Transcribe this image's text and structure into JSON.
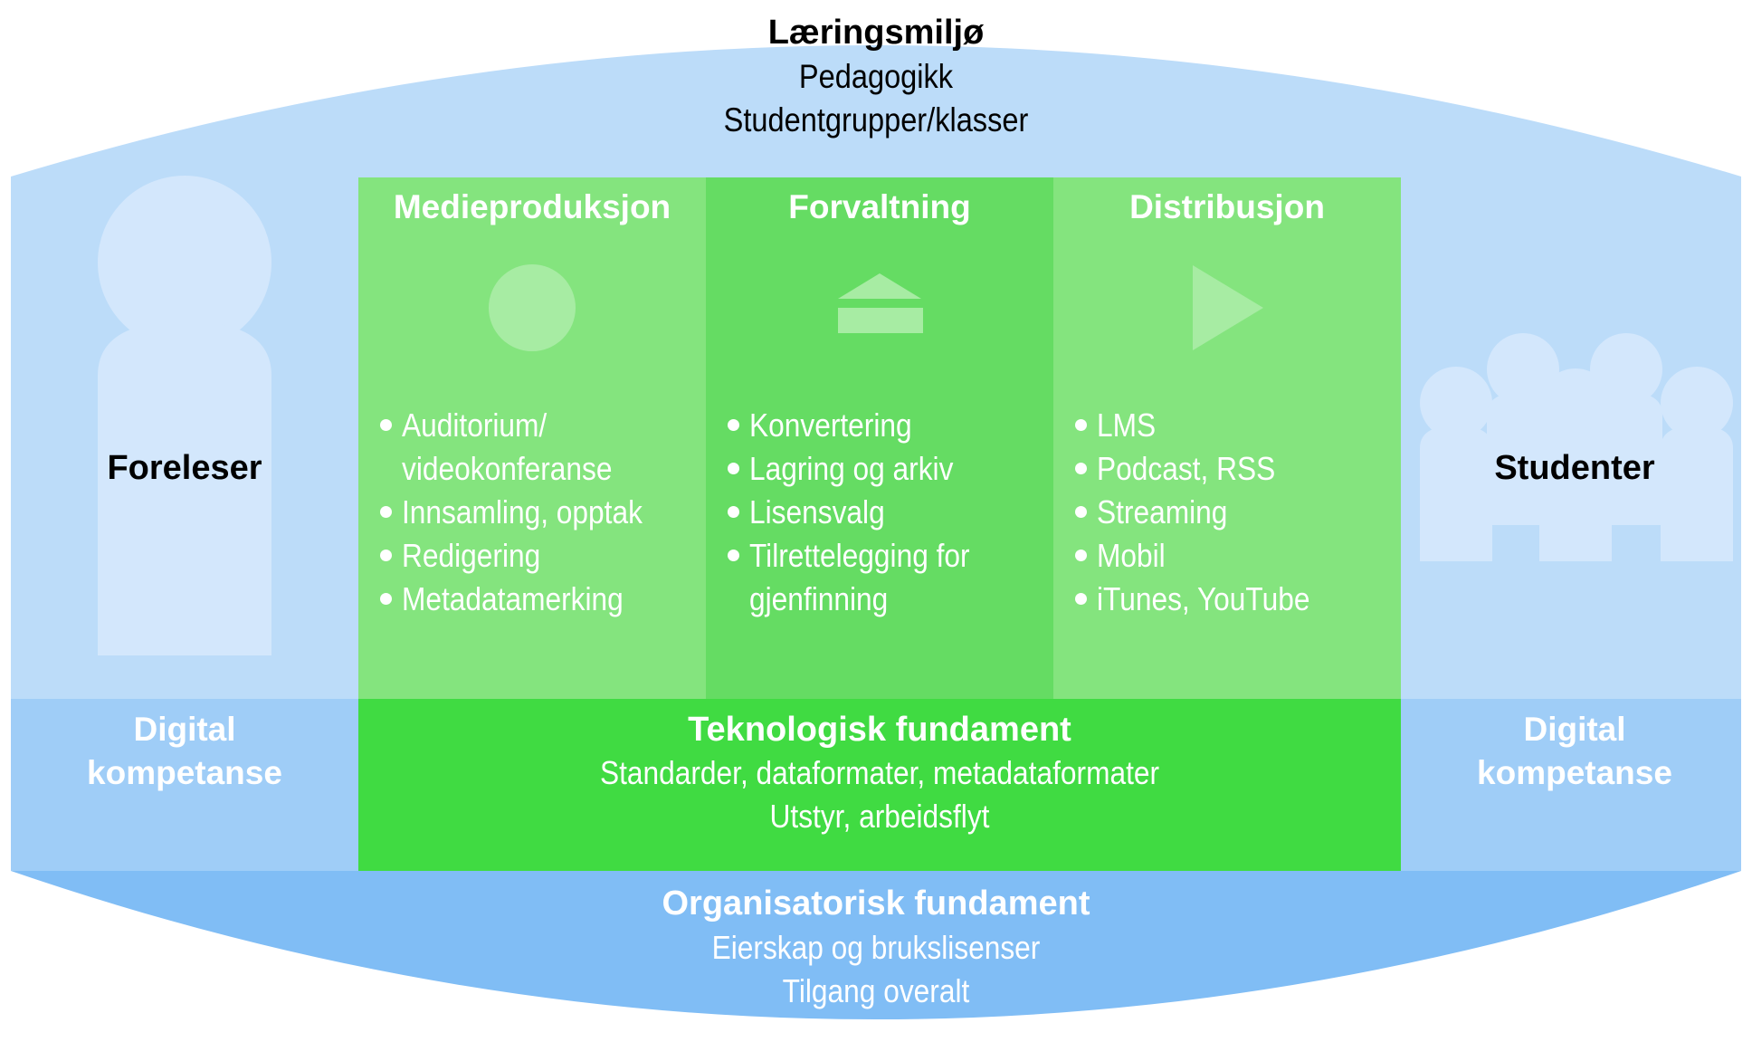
{
  "environment": {
    "title": "Læringsmiljø",
    "lines": [
      "Pedagogikk",
      "Studentgrupper/klasser"
    ]
  },
  "left_actor": {
    "label": "Foreleser",
    "competence": "Digital\nkompetanse"
  },
  "right_actor": {
    "label": "Studenter",
    "competence": "Digital\nkompetanse"
  },
  "columns": [
    {
      "title": "Medieproduksjon",
      "icon": "circle-icon",
      "items": [
        "Auditorium/\nvideokonferanse",
        "Innsamling, opptak",
        "Redigering",
        "Metadatamerking"
      ]
    },
    {
      "title": "Forvaltning",
      "icon": "archive-icon",
      "items": [
        "Konvertering",
        "Lagring og arkiv",
        "Lisensvalg",
        "Tilrettelegging for\ngjenfinning"
      ]
    },
    {
      "title": "Distribusjon",
      "icon": "play-icon",
      "items": [
        "LMS",
        "Podcast, RSS",
        "Streaming",
        "Mobil",
        "iTunes, YouTube"
      ]
    }
  ],
  "tech_foundation": {
    "title": "Teknologisk fundament",
    "lines": [
      "Standarder, dataformater, metadataformater",
      "Utstyr, arbeidsflyt"
    ]
  },
  "org_foundation": {
    "title": "Organisatorisk fundament",
    "lines": [
      "Eierskap og brukslisenser",
      "Tilgang overalt"
    ]
  },
  "colors": {
    "outer_blue": "#bcdcf9",
    "band_blue": "#9fcdf7",
    "bottom_blue": "#80bdf5",
    "col_green_light": "#84e47e",
    "col_green_mid": "#65dc63",
    "tech_green": "#40db42",
    "figure_fill": "#d3e7fc"
  }
}
